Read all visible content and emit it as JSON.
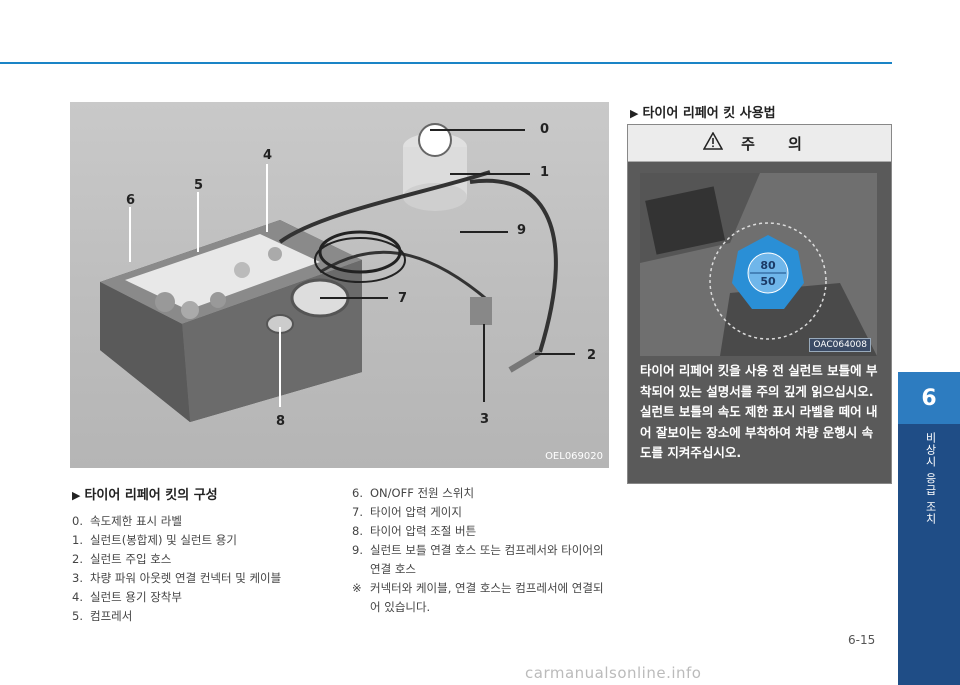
{
  "figure": {
    "code": "OEL069020",
    "callouts": [
      "0",
      "1",
      "2",
      "3",
      "4",
      "5",
      "6",
      "7",
      "8",
      "9"
    ]
  },
  "components": {
    "title": "타이어 리페어 킷의 구성",
    "items": [
      {
        "num": "0.",
        "text": "속도제한 표시 라벨"
      },
      {
        "num": "1.",
        "text": "실런트(봉합제) 및 실런트 용기"
      },
      {
        "num": "2.",
        "text": "실런트 주입 호스"
      },
      {
        "num": "3.",
        "text": "차량 파워 아웃렛 연결 컨넥터 및 케이블"
      },
      {
        "num": "4.",
        "text": "실런트 용기 장착부"
      },
      {
        "num": "5.",
        "text": "컴프레서"
      }
    ],
    "items2": [
      {
        "num": "6.",
        "text": "ON/OFF 전원 스위치"
      },
      {
        "num": "7.",
        "text": "타이어 압력 게이지"
      },
      {
        "num": "8.",
        "text": "타이어 압력 조절 버튼"
      },
      {
        "num": "9.",
        "text": "실런트 보틀 연결 호스 또는 컴프레서와 타이어의 연결 호스"
      },
      {
        "num": "※",
        "text": "커넥터와 케이블, 연결 호스는 컴프레서에 연결되어 있습니다."
      }
    ]
  },
  "usage": {
    "title": "타이어 리페어 킷 사용법"
  },
  "caution": {
    "heading": "주 의",
    "photo_code": "OAC064008",
    "label_top": "80",
    "label_bottom": "50",
    "text": "타이어 리페어 킷을 사용 전 실런트 보틀에 부착되어 있는 설명서를 주의 깊게 읽으십시오. 실런트 보틀의 속도 제한 표시 라벨을 떼어 내어 잘보이는 장소에 부착하여 차량 운행시 속도를 지켜주십시오."
  },
  "side": {
    "chapter": "6",
    "label": "비상시 응급 조치"
  },
  "page": {
    "number": "6-15",
    "watermark": "carmanualsonline.info"
  }
}
